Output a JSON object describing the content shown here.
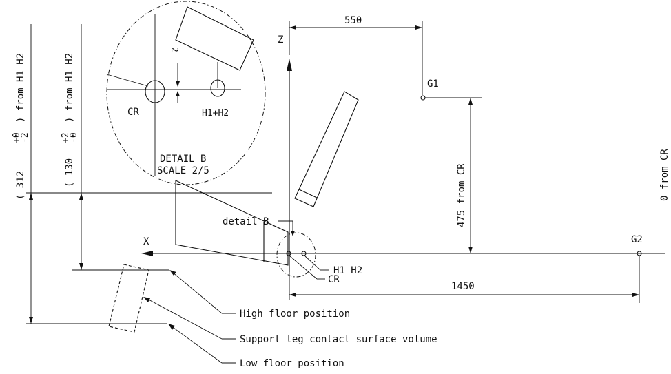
{
  "drawing": {
    "dimensions": {
      "gz_horizontal": "550",
      "cr_to_g2": "1450",
      "g1_height": "475 from CR",
      "g2_height": "0 from CR",
      "high_floor": "( 130",
      "high_floor_tol_upper": "+2",
      "high_floor_tol_lower": "-0",
      "high_floor_ref": ") from H1 H2",
      "low_floor": "( 312",
      "low_floor_tol_upper": "+0",
      "low_floor_tol_lower": "-2",
      "low_floor_ref": ") from H1 H2",
      "detail_offset": "2"
    },
    "points": {
      "g1": "G1",
      "g2": "G2",
      "cr": "CR",
      "h1h2": "H1 H2",
      "detail_h1h2": "H1+H2",
      "detail_cr": "CR"
    },
    "axes": {
      "z": "Z",
      "x": "X"
    },
    "detail": {
      "callout": "detail B",
      "title": "DETAIL B",
      "scale": "SCALE 2/5"
    },
    "leaders": {
      "high_floor": "High floor position",
      "support_leg": "Support leg contact surface volume",
      "low_floor": "Low floor position"
    }
  }
}
